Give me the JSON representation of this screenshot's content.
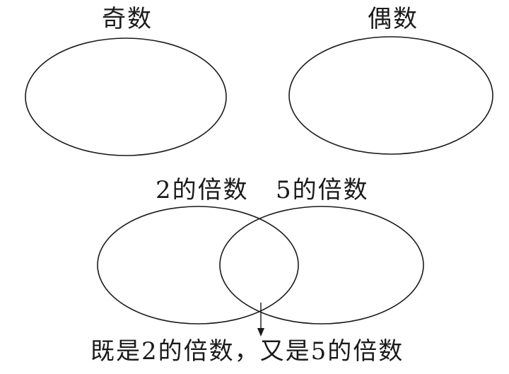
{
  "top_sets": {
    "odd_label": "奇数",
    "even_label": "偶数"
  },
  "venn": {
    "left_label": "2的倍数",
    "right_label": "5的倍数",
    "intersection_caption": "既是2的倍数，又是5的倍数"
  }
}
